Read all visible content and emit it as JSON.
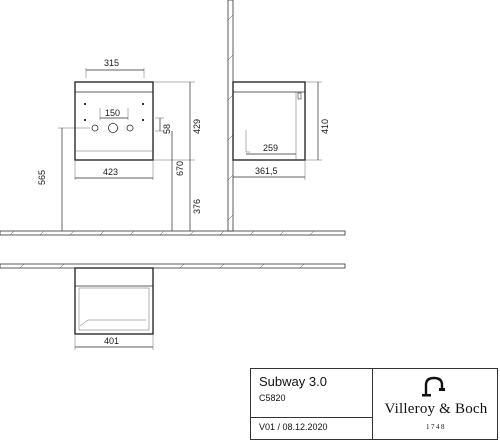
{
  "drawing": {
    "front_view": {
      "top_width": "315",
      "drain_spacing": "150",
      "drain_offset": "58",
      "total_height": "429",
      "body_width": "423",
      "left_height": "565",
      "mid_height": "670",
      "bottom_height": "376"
    },
    "side_view": {
      "height": "410",
      "inner_depth": "259",
      "outer_depth": "361,5"
    },
    "plan_view": {
      "width": "401"
    }
  },
  "title_block": {
    "product_name": "Subway 3.0",
    "product_code": "C5820",
    "revision": "V01 / 08.12.2020",
    "brand_name": "Villeroy & Boch",
    "brand_year": "1748",
    "brand_icon": "faucet-logo-icon"
  }
}
